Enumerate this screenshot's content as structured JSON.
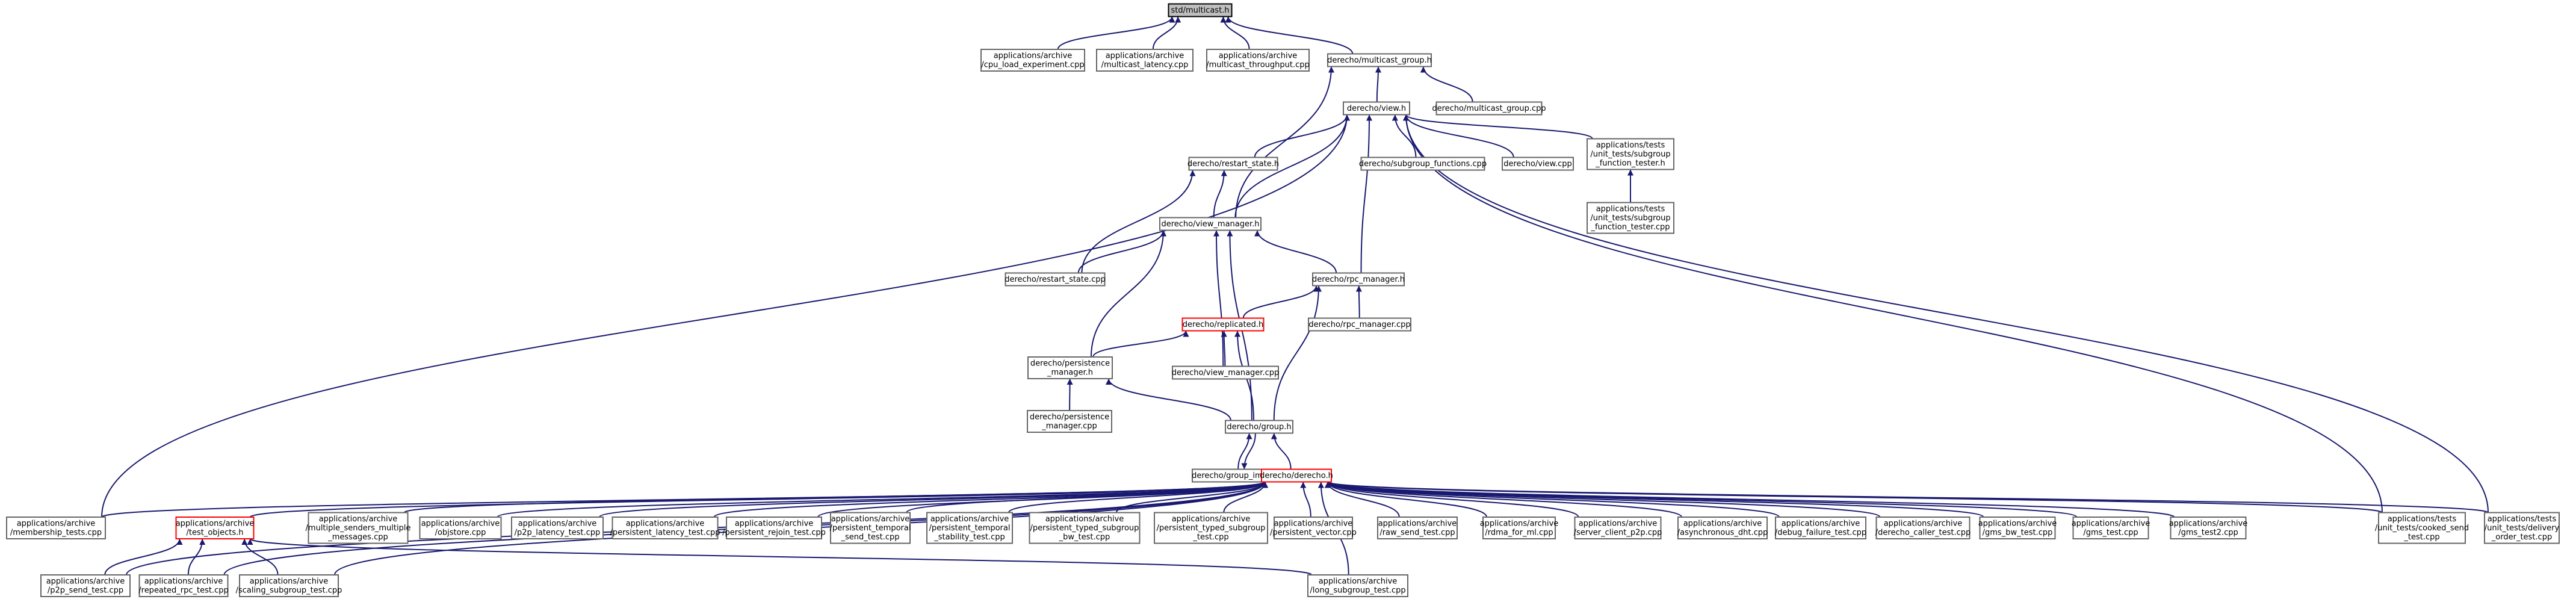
{
  "nodes": [
    {
      "id": "root",
      "lines": [
        "std/multicast.h"
      ],
      "style": "root"
    },
    {
      "id": "cpu",
      "lines": [
        "applications/archive",
        "/cpu_load_experiment.cpp"
      ]
    },
    {
      "id": "mlat",
      "lines": [
        "applications/archive",
        "/multicast_latency.cpp"
      ]
    },
    {
      "id": "mthr",
      "lines": [
        "applications/archive",
        "/multicast_throughput.cpp"
      ]
    },
    {
      "id": "mgh",
      "lines": [
        "derecho/multicast_group.h"
      ]
    },
    {
      "id": "viewh",
      "lines": [
        "derecho/view.h"
      ]
    },
    {
      "id": "mgcpp",
      "lines": [
        "derecho/multicast_group.cpp"
      ]
    },
    {
      "id": "rsh",
      "lines": [
        "derecho/restart_state.h"
      ]
    },
    {
      "id": "sfcpp",
      "lines": [
        "derecho/subgroup_functions.cpp"
      ]
    },
    {
      "id": "viewcpp",
      "lines": [
        "derecho/view.cpp"
      ]
    },
    {
      "id": "sfth",
      "lines": [
        "applications/tests",
        "/unit_tests/subgroup",
        "_function_tester.h"
      ]
    },
    {
      "id": "sftcpp",
      "lines": [
        "applications/tests",
        "/unit_tests/subgroup",
        "_function_tester.cpp"
      ]
    },
    {
      "id": "vmh",
      "lines": [
        "derecho/view_manager.h"
      ]
    },
    {
      "id": "rscpp",
      "lines": [
        "derecho/restart_state.cpp"
      ]
    },
    {
      "id": "rpch",
      "lines": [
        "derecho/rpc_manager.h"
      ]
    },
    {
      "id": "rpccpp",
      "lines": [
        "derecho/rpc_manager.cpp"
      ]
    },
    {
      "id": "reph",
      "lines": [
        "derecho/replicated.h"
      ],
      "style": "red"
    },
    {
      "id": "pmh",
      "lines": [
        "derecho/persistence",
        "_manager.h"
      ]
    },
    {
      "id": "vmcpp",
      "lines": [
        "derecho/view_manager.cpp"
      ]
    },
    {
      "id": "pmcpp",
      "lines": [
        "derecho/persistence",
        "_manager.cpp"
      ]
    },
    {
      "id": "grouph",
      "lines": [
        "derecho/group.h"
      ]
    },
    {
      "id": "gimpl",
      "lines": [
        "derecho/group_impl.h"
      ]
    },
    {
      "id": "derh",
      "lines": [
        "derecho/derecho.h"
      ],
      "style": "red"
    },
    {
      "id": "memb",
      "lines": [
        "applications/archive",
        "/membership_tests.cpp"
      ]
    },
    {
      "id": "tobj",
      "lines": [
        "applications/archive",
        "/test_objects.h"
      ],
      "style": "red"
    },
    {
      "id": "msm",
      "lines": [
        "applications/archive",
        "/multiple_senders_multiple",
        "_messages.cpp"
      ]
    },
    {
      "id": "objs",
      "lines": [
        "applications/archive",
        "/objstore.cpp"
      ]
    },
    {
      "id": "p2plat",
      "lines": [
        "applications/archive",
        "/p2p_latency_test.cpp"
      ]
    },
    {
      "id": "perslat",
      "lines": [
        "applications/archive",
        "/persistent_latency_test.cpp"
      ]
    },
    {
      "id": "persrej",
      "lines": [
        "applications/archive",
        "/persistent_rejoin_test.cpp"
      ]
    },
    {
      "id": "perstmp",
      "lines": [
        "applications/archive",
        "/persistent_temporal",
        "_send_test.cpp"
      ]
    },
    {
      "id": "perstst",
      "lines": [
        "applications/archive",
        "/persistent_temporal",
        "_stability_test.cpp"
      ]
    },
    {
      "id": "perstyb",
      "lines": [
        "applications/archive",
        "/persistent_typed_subgroup",
        "_bw_test.cpp"
      ]
    },
    {
      "id": "perstyt",
      "lines": [
        "applications/archive",
        "/persistent_typed_subgroup",
        "_test.cpp"
      ]
    },
    {
      "id": "persvec",
      "lines": [
        "applications/archive",
        "/persistent_vector.cpp"
      ]
    },
    {
      "id": "raw",
      "lines": [
        "applications/archive",
        "/raw_send_test.cpp"
      ]
    },
    {
      "id": "rdma",
      "lines": [
        "applications/archive",
        "/rdma_for_ml.cpp"
      ]
    },
    {
      "id": "scp",
      "lines": [
        "applications/archive",
        "/server_client_p2p.cpp"
      ]
    },
    {
      "id": "adht",
      "lines": [
        "applications/archive",
        "/asynchronous_dht.cpp"
      ]
    },
    {
      "id": "dfail",
      "lines": [
        "applications/archive",
        "/debug_failure_test.cpp"
      ]
    },
    {
      "id": "dcall",
      "lines": [
        "applications/archive",
        "/derecho_caller_test.cpp"
      ]
    },
    {
      "id": "gmsbw",
      "lines": [
        "applications/archive",
        "/gms_bw_test.cpp"
      ]
    },
    {
      "id": "gms",
      "lines": [
        "applications/archive",
        "/gms_test.cpp"
      ]
    },
    {
      "id": "gms2",
      "lines": [
        "applications/archive",
        "/gms_test2.cpp"
      ]
    },
    {
      "id": "cooked",
      "lines": [
        "applications/tests",
        "/unit_tests/cooked_send",
        "_test.cpp"
      ]
    },
    {
      "id": "deliv",
      "lines": [
        "applications/tests",
        "/unit_tests/delivery",
        "_order_test.cpp"
      ]
    },
    {
      "id": "p2psend",
      "lines": [
        "applications/archive",
        "/p2p_send_test.cpp"
      ]
    },
    {
      "id": "reprpc",
      "lines": [
        "applications/archive",
        "/repeated_rpc_test.cpp"
      ]
    },
    {
      "id": "scal",
      "lines": [
        "applications/archive",
        "/scaling_subgroup_test.cpp"
      ]
    },
    {
      "id": "long",
      "lines": [
        "applications/archive",
        "/long_subgroup_test.cpp"
      ]
    }
  ],
  "edges": [
    [
      "root",
      "cpu"
    ],
    [
      "root",
      "mlat"
    ],
    [
      "root",
      "mthr"
    ],
    [
      "root",
      "mgh"
    ],
    [
      "mgh",
      "viewh"
    ],
    [
      "mgh",
      "mgcpp"
    ],
    [
      "mgh",
      "vmh"
    ],
    [
      "viewh",
      "rsh"
    ],
    [
      "viewh",
      "sfcpp"
    ],
    [
      "viewh",
      "viewcpp"
    ],
    [
      "viewh",
      "sfth"
    ],
    [
      "viewh",
      "vmh"
    ],
    [
      "viewh",
      "rpch"
    ],
    [
      "viewh",
      "memb"
    ],
    [
      "viewh",
      "cooked"
    ],
    [
      "viewh",
      "deliv"
    ],
    [
      "sfth",
      "sftcpp"
    ],
    [
      "rsh",
      "vmh"
    ],
    [
      "rsh",
      "rscpp"
    ],
    [
      "vmh",
      "rscpp"
    ],
    [
      "vmh",
      "rpch"
    ],
    [
      "vmh",
      "pmh"
    ],
    [
      "vmh",
      "vmcpp"
    ],
    [
      "vmh",
      "grouph"
    ],
    [
      "rpch",
      "reph"
    ],
    [
      "rpch",
      "rpccpp"
    ],
    [
      "rpch",
      "grouph"
    ],
    [
      "reph",
      "pmh"
    ],
    [
      "reph",
      "vmcpp"
    ],
    [
      "reph",
      "grouph"
    ],
    [
      "pmh",
      "pmcpp"
    ],
    [
      "pmh",
      "grouph"
    ],
    [
      "grouph",
      "gimpl"
    ],
    [
      "gimpl",
      "grouph"
    ],
    [
      "grouph",
      "derh"
    ],
    [
      "derh",
      "memb"
    ],
    [
      "derh",
      "tobj"
    ],
    [
      "derh",
      "msm"
    ],
    [
      "derh",
      "objs"
    ],
    [
      "derh",
      "p2plat"
    ],
    [
      "derh",
      "perslat"
    ],
    [
      "derh",
      "persrej"
    ],
    [
      "derh",
      "perstmp"
    ],
    [
      "derh",
      "perstst"
    ],
    [
      "derh",
      "perstyb"
    ],
    [
      "derh",
      "perstyt"
    ],
    [
      "derh",
      "persvec"
    ],
    [
      "derh",
      "raw"
    ],
    [
      "derh",
      "rdma"
    ],
    [
      "derh",
      "scp"
    ],
    [
      "derh",
      "adht"
    ],
    [
      "derh",
      "dfail"
    ],
    [
      "derh",
      "dcall"
    ],
    [
      "derh",
      "gmsbw"
    ],
    [
      "derh",
      "gms"
    ],
    [
      "derh",
      "gms2"
    ],
    [
      "derh",
      "cooked"
    ],
    [
      "derh",
      "deliv"
    ],
    [
      "derh",
      "p2psend"
    ],
    [
      "derh",
      "reprpc"
    ],
    [
      "derh",
      "scal"
    ],
    [
      "derh",
      "long"
    ],
    [
      "tobj",
      "p2psend"
    ],
    [
      "tobj",
      "reprpc"
    ],
    [
      "tobj",
      "scal"
    ],
    [
      "tobj",
      "long"
    ]
  ]
}
